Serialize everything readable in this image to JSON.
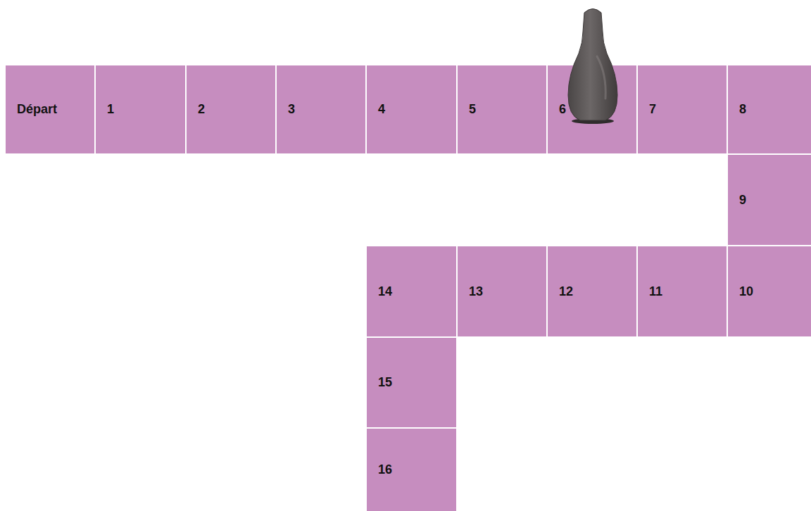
{
  "diagram": {
    "nodes": [
      {
        "text": [
          "Départ"
        ]
      },
      {
        "text": [
          "1"
        ]
      },
      {
        "text": [
          "2"
        ]
      },
      {
        "text": [
          "3"
        ]
      },
      {
        "text": [
          "4"
        ]
      },
      {
        "text": [
          "5"
        ]
      },
      {
        "text": [
          "6"
        ]
      },
      {
        "text": [
          "7"
        ]
      },
      {
        "text": [
          "8"
        ]
      },
      {
        "text": [
          "9"
        ]
      },
      {
        "text": [
          "10"
        ]
      },
      {
        "text": [
          "11"
        ]
      },
      {
        "text": [
          "12"
        ]
      },
      {
        "text": [
          "13"
        ]
      },
      {
        "text": [
          "14"
        ]
      },
      {
        "text": [
          "15"
        ]
      },
      {
        "text": [
          "16"
        ]
      }
    ]
  }
}
